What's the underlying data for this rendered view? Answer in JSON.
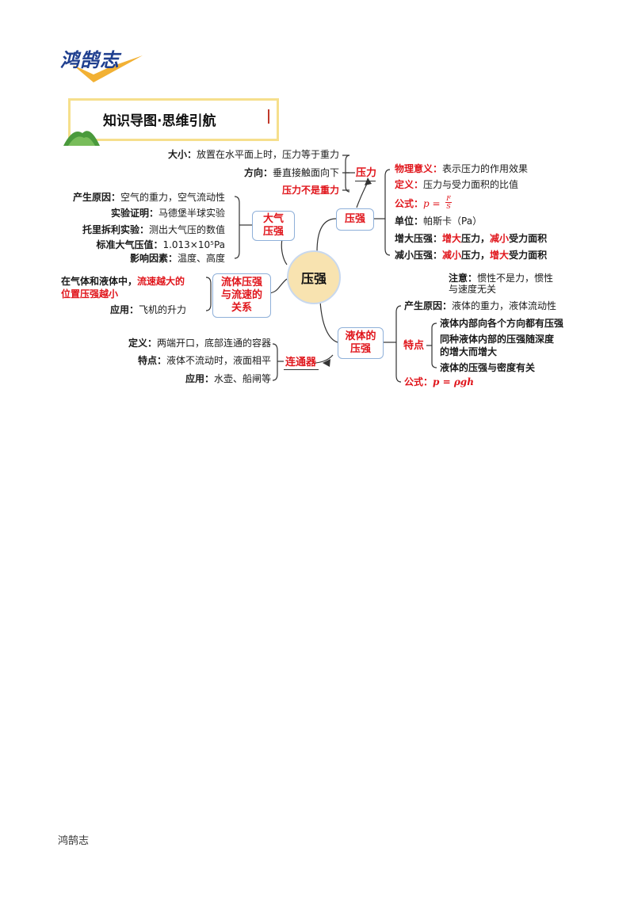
{
  "brand": {
    "logo_text": "鸿鹄志",
    "footer": "鸿鹄志"
  },
  "header": {
    "title": "知识导图·思维引航"
  },
  "center": "压强",
  "pressure_force": {
    "node": "压力",
    "items": [
      {
        "label": "大小：",
        "text": "放置在水平面上时，压力等于重力"
      },
      {
        "label": "方向：",
        "text": "垂直接触面向下"
      },
      {
        "label": "压力不是重力",
        "text": ""
      }
    ]
  },
  "pressure": {
    "node": "压强",
    "items": [
      {
        "label": "物理意义：",
        "text": "表示压力的作用效果"
      },
      {
        "label": "定义：",
        "text": "压力与受力面积的比值"
      },
      {
        "label": "公式：",
        "formula_p": "p =",
        "formula_num": "F",
        "formula_den": "S"
      },
      {
        "label": "单位：",
        "text": "帕斯卡（Pa）"
      },
      {
        "label": "增大压强：",
        "r1": "增大",
        "m1": "压力，",
        "r2": "减小",
        "m2": "受力面积"
      },
      {
        "label": "减小压强：",
        "r1": "减小",
        "m1": "压力，",
        "r2": "增大",
        "m2": "受力面积"
      }
    ]
  },
  "atmosphere": {
    "node_l1": "大气",
    "node_l2": "压强",
    "items": [
      {
        "label": "产生原因：",
        "text": "空气的重力，空气流动性"
      },
      {
        "label": "实验证明：",
        "text": "马德堡半球实验"
      },
      {
        "label": "托里拆利实验：",
        "text": "测出大气压的数值"
      },
      {
        "label": "标准大气压值：",
        "text": "1.013×10⁵Pa"
      },
      {
        "label": "影响因素：",
        "text": "温度、高度"
      }
    ]
  },
  "fluid": {
    "node_l1": "流体压强",
    "node_l2": "与流速的",
    "node_l3": "关系",
    "line1_a": "在气体和液体中，",
    "line1_b": "流速越大的",
    "line2": "位置压强越小",
    "app_label": "应用：",
    "app_text": "飞机的升力"
  },
  "liquid": {
    "node_l1": "液体的",
    "node_l2": "压强",
    "note_label": "注意：",
    "note_text1": "惯性不是力，惯性",
    "note_text2": "与速度无关",
    "cause_label": "产生原因：",
    "cause_text": "液体的重力，液体流动性",
    "feature_label": "特点",
    "features": [
      "液体内部向各个方向都有压强",
      "同种液体内部的压强随深度",
      "的增大而增大",
      "液体的压强与密度有关"
    ],
    "formula_label": "公式：",
    "formula": "p = ρgh"
  },
  "connector": {
    "node": "连通器",
    "items": [
      {
        "label": "定义：",
        "text": "两端开口，底部连通的容器"
      },
      {
        "label": "特点：",
        "text": "液体不流动时，液面相平"
      },
      {
        "label": "应用：",
        "text": "水壶、船闸等"
      }
    ]
  },
  "colors": {
    "accent_red": "#e0151b",
    "node_border": "#8fb0d9",
    "center_fill": "#f8e3b0",
    "title_border": "#f6df8c",
    "logo_blue": "#1f3f8f",
    "logo_gold": "#f2b134"
  }
}
